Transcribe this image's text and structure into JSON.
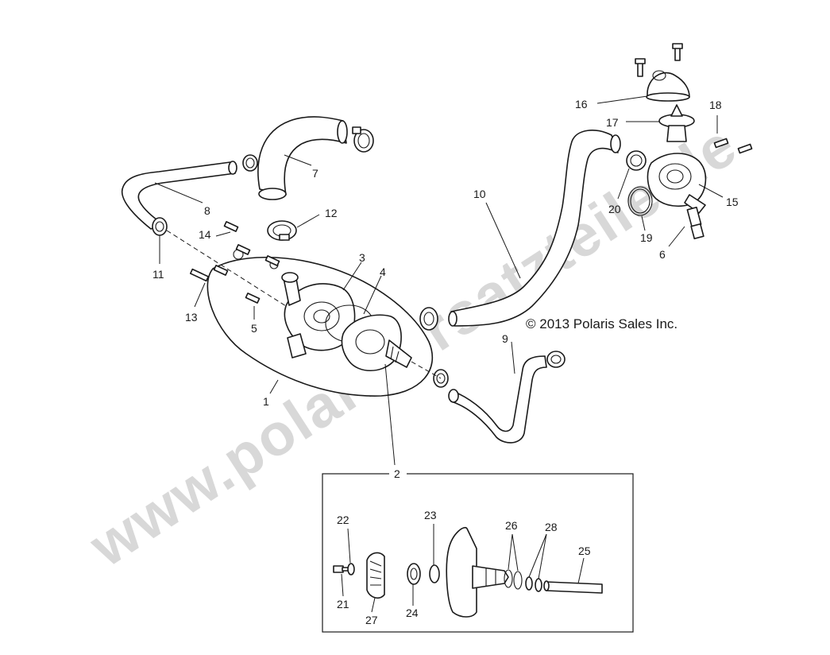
{
  "watermark": "www.polarisersatzteile.de",
  "copyright": "© 2013 Polaris Sales Inc.",
  "callouts": {
    "c1": "1",
    "c2": "2",
    "c3": "3",
    "c4": "4",
    "c5": "5",
    "c6": "6",
    "c7": "7",
    "c8": "8",
    "c9": "9",
    "c10": "10",
    "c11": "11",
    "c12": "12",
    "c13": "13",
    "c14": "14",
    "c15": "15",
    "c16": "16",
    "c17": "17",
    "c18": "18",
    "c19": "19",
    "c20": "20",
    "c21": "21",
    "c22": "22",
    "c23": "23",
    "c24": "24",
    "c25": "25",
    "c26": "26",
    "c27": "27",
    "c28": "28"
  }
}
